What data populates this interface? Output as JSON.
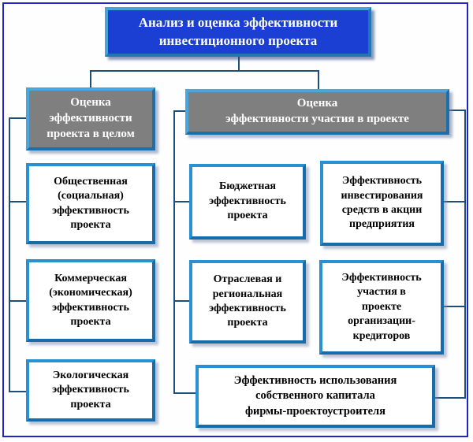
{
  "diagram": {
    "title": "Анализ и оценка эффективности инвестиционного проекта",
    "root": {
      "label": "Анализ и оценка эффективности\nинвестиционного проекта"
    },
    "left_branch": {
      "header": "Оценка\nэффективности\nпроекта в целом",
      "items": [
        {
          "label": "Общественная\n(социальная)\nэффективность\nпроекта"
        },
        {
          "label": "Коммерческая\n(экономическая)\nэффективность\nпроекта"
        },
        {
          "label": "Экологическая\nэффективность\nпроекта"
        }
      ]
    },
    "right_branch": {
      "header": "Оценка\nэффективности участия в проекте",
      "items": [
        {
          "label": "Бюджетная\nэффективность\nпроекта"
        },
        {
          "label": "Эффективность\nинвестирования\nсредств в акции\nпредприятия"
        },
        {
          "label": "Отраслевая и\nрегиональная\nэффективность\nпроекта"
        },
        {
          "label": "Эффективность\nучастия в\nпроекте\nорганизации-\nкредиторов"
        },
        {
          "label": "Эффективность использования\nсобственного капитала\nфирмы-проектоустроителя"
        }
      ]
    }
  },
  "colors": {
    "root_fill": "#1b3ed3",
    "gray_fill": "#7f7f7f",
    "box_border_blue": "#2a90d4",
    "connector_line": "#1f4e79",
    "outer_frame": "#2424c4",
    "text_on_dark": "#ffffff",
    "text_on_light": "#000000"
  }
}
